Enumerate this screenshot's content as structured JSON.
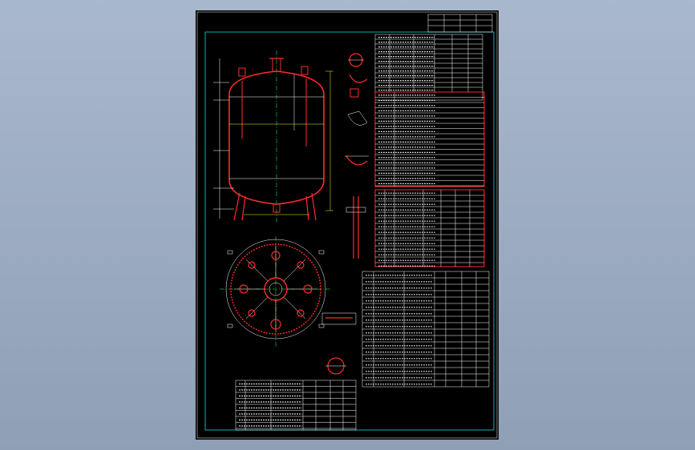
{
  "colors": {
    "background": "#9aa9bf",
    "sheet": "#000000",
    "frame": "#00e0e0",
    "vessel": "#ff2a2a",
    "lines": "#ffffff",
    "center_lines": "#33ff55",
    "dimensions": "#ffee33"
  },
  "drawing": {
    "views": [
      "elevation-view",
      "plan-view",
      "detail-views"
    ],
    "tables": [
      "title-block",
      "technical-requirements",
      "nozzle-table",
      "parts-list-right",
      "parts-list-bottom"
    ]
  }
}
